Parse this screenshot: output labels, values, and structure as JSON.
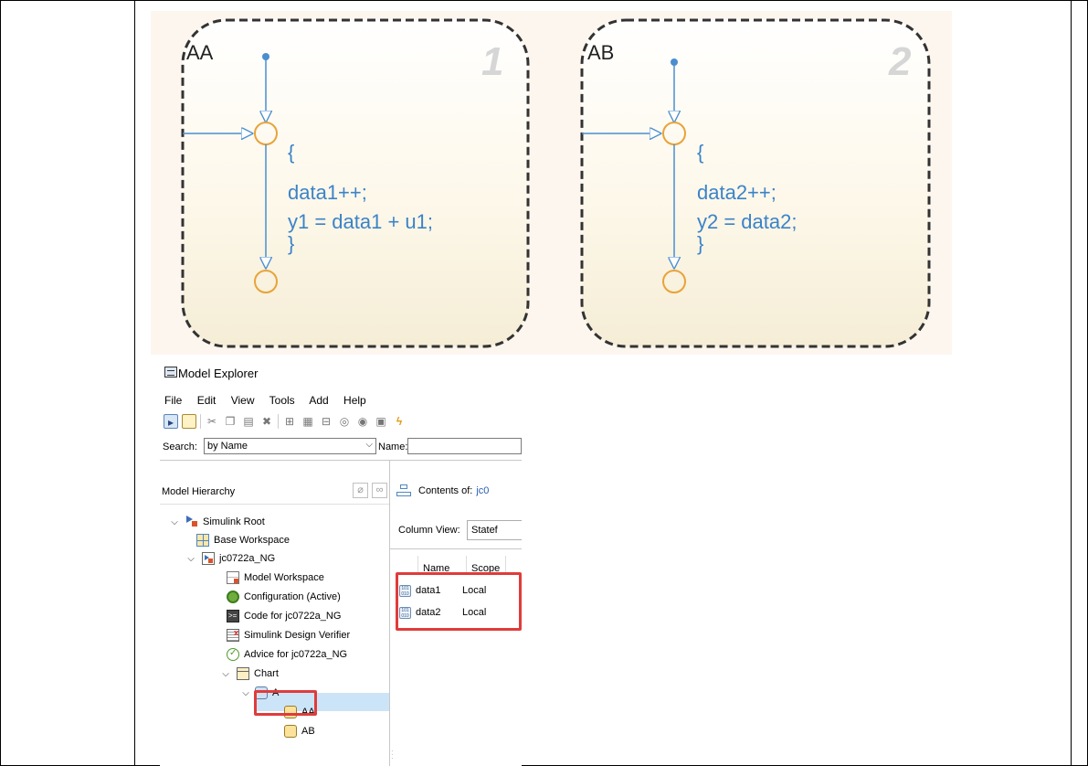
{
  "diagram": {
    "states": [
      {
        "name": "AA",
        "number": "1",
        "code": [
          "{",
          "data1++;",
          "y1 = data1 + u1;",
          "}"
        ]
      },
      {
        "name": "AB",
        "number": "2",
        "code": [
          "{",
          "data2++;",
          "y2 = data2;",
          "}"
        ]
      }
    ],
    "colors": {
      "stroke": "#333333",
      "text": "#3b83c8",
      "junction": "#e8a33a",
      "number": "#d6d6d6"
    }
  },
  "explorer": {
    "title": "Model Explorer",
    "menu": [
      "File",
      "Edit",
      "View",
      "Tools",
      "Add",
      "Help"
    ],
    "search_label": "Search:",
    "search_value": "by Name",
    "name_label": "Name:",
    "name_value": "",
    "hierarchy_heading": "Model Hierarchy",
    "tree": [
      {
        "label": "Simulink Root",
        "icon": "simulink-root-icon"
      },
      {
        "label": "Base Workspace",
        "icon": "base-workspace-icon"
      },
      {
        "label": "jc0722a_NG",
        "icon": "model-icon"
      },
      {
        "label": "Model Workspace",
        "icon": "model-workspace-icon"
      },
      {
        "label": "Configuration (Active)",
        "icon": "configuration-gear-icon"
      },
      {
        "label": "Code for jc0722a_NG",
        "icon": "code-icon"
      },
      {
        "label": "Simulink Design Verifier",
        "icon": "design-verifier-icon"
      },
      {
        "label": "Advice for jc0722a_NG",
        "icon": "advice-check-icon"
      },
      {
        "label": "Chart",
        "icon": "chart-icon"
      },
      {
        "label": "A",
        "icon": "state-icon"
      },
      {
        "label": "AA",
        "icon": "state-icon"
      },
      {
        "label": "AB",
        "icon": "state-icon"
      }
    ],
    "contents_label": "Contents of:",
    "contents_value": "jc0",
    "column_view_label": "Column View:",
    "column_view_value": "Statef",
    "columns": [
      "Name",
      "Scope"
    ],
    "rows": [
      {
        "name": "data1",
        "scope": "Local"
      },
      {
        "name": "data2",
        "scope": "Local"
      }
    ],
    "highlight_color": "#e03b3b"
  }
}
